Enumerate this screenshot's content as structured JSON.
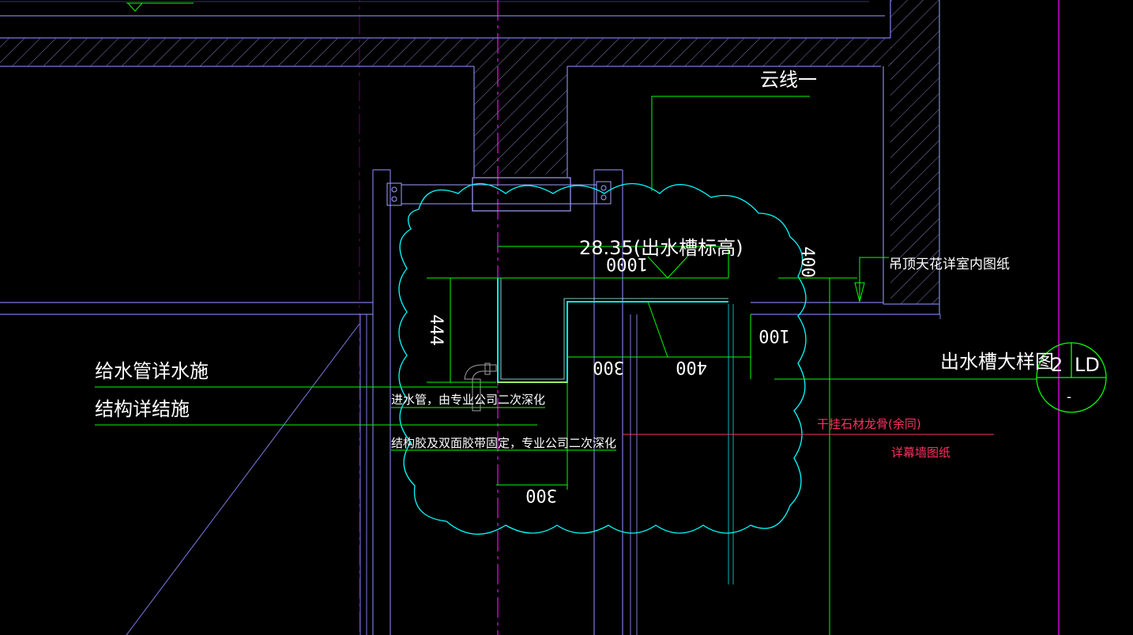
{
  "drawing": {
    "labels": {
      "cloud_line": "云线一",
      "elevation": "28.35(出水槽标高)",
      "ceiling_note": "吊顶天花详室内图纸",
      "water_pipe": "给水管详水施",
      "structure": "结构详结施",
      "inlet_pipe": "进水管，由专业公司二次深化",
      "glue_fix": "结构胶及双面胶带固定，专业公司二次深化",
      "detail_title": "出水槽大样图",
      "stone_keel": "干挂石材龙骨(余同)",
      "curtain_wall": "详幕墙图纸"
    },
    "dimensions": {
      "d1000": "1000",
      "d400_vertical": "400",
      "d444": "444",
      "d100": "100",
      "d300_mid": "300",
      "d400_bottom": "400",
      "d300_low": "300"
    },
    "detail_symbol": {
      "number": "2",
      "sheet": "LD",
      "lower": "-"
    },
    "colors": {
      "background": "#000000",
      "white_text": "#ffffff",
      "green_leader": "#00ff00",
      "cyan_cloud": "#00ffff",
      "magenta": "#ff00ff",
      "wall_lines": "#7a7ae0",
      "red_note": "#ff3060"
    }
  }
}
